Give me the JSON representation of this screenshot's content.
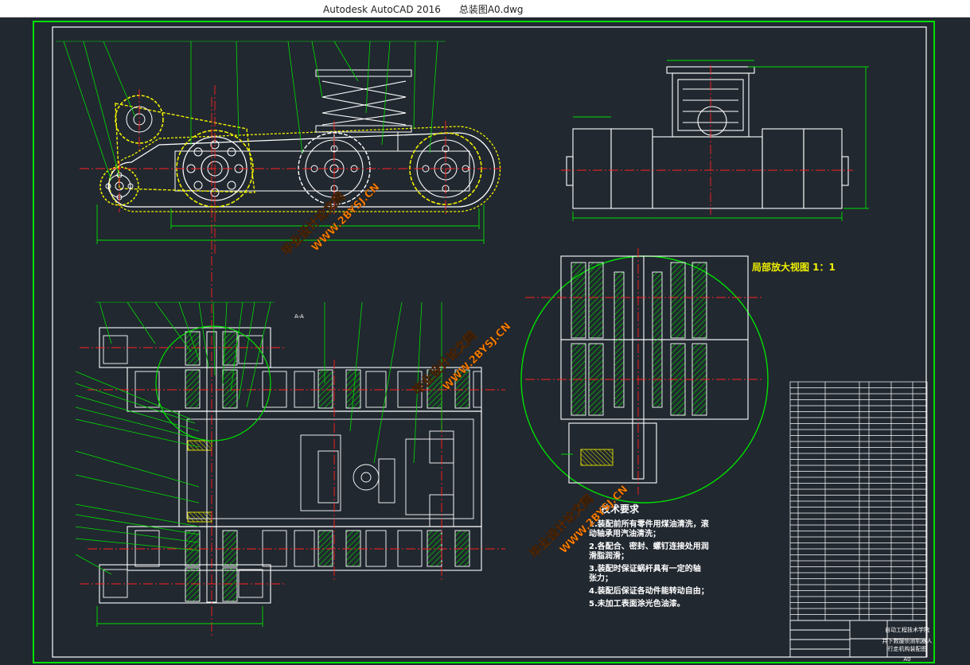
{
  "window": {
    "app_title": "Autodesk AutoCAD 2016",
    "file_name": "总装图A0.dwg"
  },
  "drawing": {
    "section_label": "A-A",
    "detail_title": "局部放大视图  1：1",
    "watermarks": [
      {
        "line1": "毕业设计论文网",
        "line2": "WWW.2BYSJ.CN"
      },
      {
        "line1": "毕业设计论文网",
        "line2": "WWW.2BYSJ.CN"
      },
      {
        "line1": "毕业设计论文网",
        "line2": "WWW.2BYSJ.CN"
      }
    ],
    "tech_requirements": {
      "title": "技术要求",
      "items": [
        "1.装配前所有零件用煤油清洗，滚",
        "   动轴承用汽油清洗；",
        "2.各配合、密封、螺钉连接处用润",
        "   滑脂润滑；",
        "3.装配时保证蜗杆具有一定的轴",
        "   张力；",
        "4.装配后保证各动件能转动自由；",
        "5.未加工表面涂光色油漆。"
      ]
    },
    "title_block": {
      "title1": "自动工程技术学院",
      "title2": "井下救援侦测机器人",
      "title3": "行走机构装配图",
      "scale": "A0"
    }
  },
  "colors": {
    "background": "#212830",
    "frame": "#00e000",
    "geometry": "#ffffff",
    "centerline": "#ff2020",
    "highlight": "#f0f000",
    "hatch": "#00d000",
    "watermark": "#ff8000"
  }
}
